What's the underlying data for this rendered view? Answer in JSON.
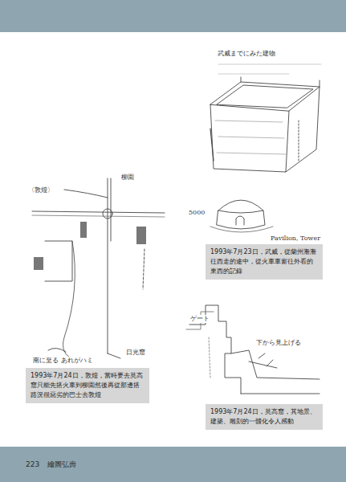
{
  "diagram": {
    "nodes": [
      {
        "text": [
          "1993年7月23日，武威，從蘭州漸漸往西走的途中，從火車車窗往外看的東西的記錄"
        ]
      },
      {
        "text": [
          "1993年7月24日，敦煌，當時要去莫高窟只能先搭火車到柳園然後再從那邊搭路況很惡劣的巴士去敦煌"
        ]
      },
      {
        "text": [
          "1993年7月24日，莫高窟，其地景、建築、雕刻的一體化令人感動"
        ]
      },
      {
        "text": [
          "223",
          "繪圖弘壽"
        ]
      }
    ],
    "edges": [],
    "labels": [
      "武威までにみた建物",
      "〈敦煌〉",
      "柳園",
      "日光窟",
      "南に至る あれがハミ",
      "Pavilion, Tower",
      "5000",
      "ゲート",
      "下から見上げる"
    ]
  }
}
